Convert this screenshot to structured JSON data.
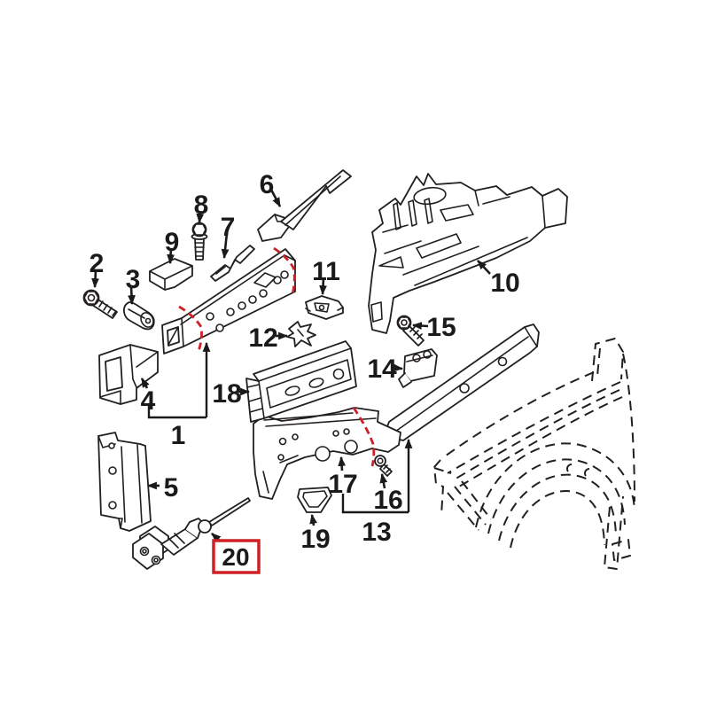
{
  "diagram": {
    "background": "#ffffff",
    "line_color": "#231f20",
    "highlight_color": "#cd2128",
    "highlighted_part": "20",
    "parts": [
      {
        "number": "1"
      },
      {
        "number": "2"
      },
      {
        "number": "3"
      },
      {
        "number": "4"
      },
      {
        "number": "5"
      },
      {
        "number": "6"
      },
      {
        "number": "7"
      },
      {
        "number": "8"
      },
      {
        "number": "9"
      },
      {
        "number": "10"
      },
      {
        "number": "11"
      },
      {
        "number": "12"
      },
      {
        "number": "13"
      },
      {
        "number": "14"
      },
      {
        "number": "15"
      },
      {
        "number": "16"
      },
      {
        "number": "17"
      },
      {
        "number": "18"
      },
      {
        "number": "19"
      },
      {
        "number": "20",
        "highlighted": true
      }
    ]
  }
}
